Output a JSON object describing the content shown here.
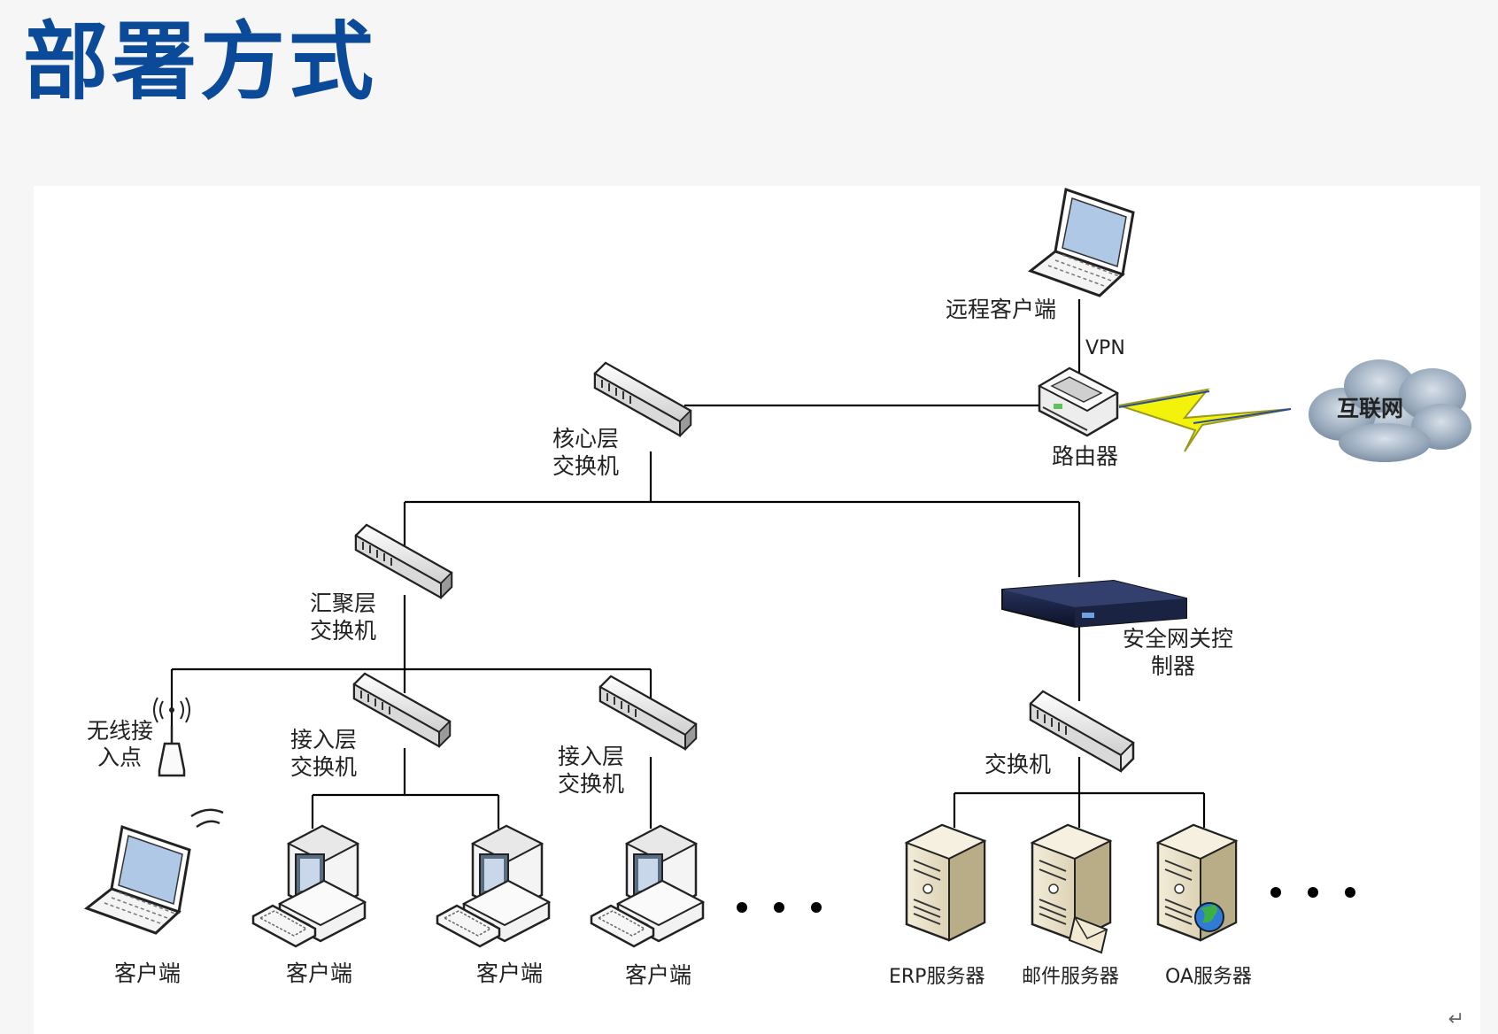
{
  "page": {
    "title": "部署方式"
  },
  "diagram": {
    "nodes": {
      "remote_client": "远程客户端",
      "vpn": "VPN",
      "internet": "互联网",
      "router": "路由器",
      "core_switch": [
        "核心层",
        "交换机"
      ],
      "aggregation_switch": [
        "汇聚层",
        "交换机"
      ],
      "security_gateway": [
        "安全网关控",
        "制器"
      ],
      "wireless_ap": [
        "无线接",
        "入点"
      ],
      "access_switch_1": [
        "接入层",
        "交换机"
      ],
      "access_switch_2": [
        "接入层",
        "交换机"
      ],
      "server_switch": "交换机",
      "clients": [
        "客户端",
        "客户端",
        "客户端",
        "客户端"
      ],
      "servers": [
        "ERP服务器",
        "邮件服务器",
        "OA服务器"
      ]
    },
    "colors": {
      "title": "#0b4a99",
      "line": "#000000",
      "lightning": "#f2f20a",
      "cloud": "#8fa2b5",
      "gateway": "#1b2440"
    }
  }
}
